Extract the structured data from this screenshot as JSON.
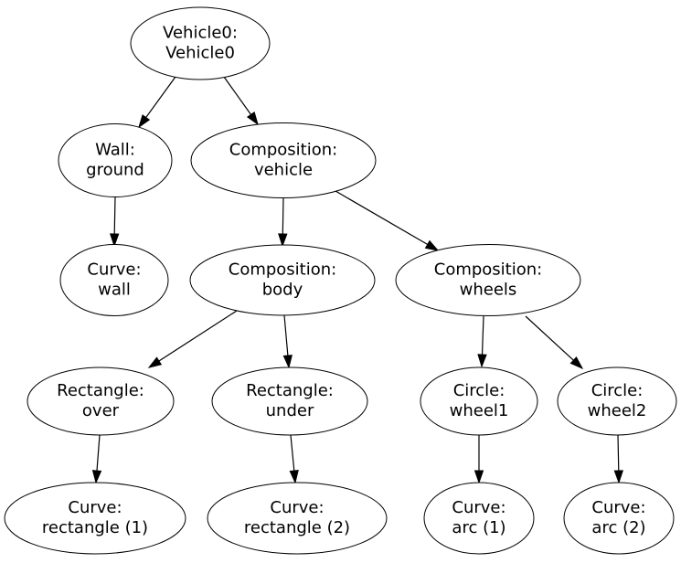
{
  "diagram": {
    "kind": "directed-graph",
    "orientation": "top-down",
    "colors": {
      "background": "#ffffff",
      "node_fill": "#ffffff",
      "node_stroke": "#000000",
      "text": "#000000",
      "edge": "#000000"
    },
    "nodes": [
      {
        "id": "vehicle0",
        "line1": "Vehicle0:",
        "line2": "Vehicle0"
      },
      {
        "id": "wall-ground",
        "line1": "Wall:",
        "line2": "ground"
      },
      {
        "id": "composition-vehicle",
        "line1": "Composition:",
        "line2": "vehicle"
      },
      {
        "id": "curve-wall",
        "line1": "Curve:",
        "line2": "wall"
      },
      {
        "id": "composition-body",
        "line1": "Composition:",
        "line2": "body"
      },
      {
        "id": "composition-wheels",
        "line1": "Composition:",
        "line2": "wheels"
      },
      {
        "id": "rectangle-over",
        "line1": "Rectangle:",
        "line2": "over"
      },
      {
        "id": "rectangle-under",
        "line1": "Rectangle:",
        "line2": "under"
      },
      {
        "id": "circle-wheel1",
        "line1": "Circle:",
        "line2": "wheel1"
      },
      {
        "id": "circle-wheel2",
        "line1": "Circle:",
        "line2": "wheel2"
      },
      {
        "id": "curve-rectangle-1",
        "line1": "Curve:",
        "line2": "rectangle (1)"
      },
      {
        "id": "curve-rectangle-2",
        "line1": "Curve:",
        "line2": "rectangle (2)"
      },
      {
        "id": "curve-arc-1",
        "line1": "Curve:",
        "line2": "arc (1)"
      },
      {
        "id": "curve-arc-2",
        "line1": "Curve:",
        "line2": "arc (2)"
      }
    ],
    "edges": [
      {
        "from": "vehicle0",
        "to": "wall-ground"
      },
      {
        "from": "vehicle0",
        "to": "composition-vehicle"
      },
      {
        "from": "wall-ground",
        "to": "curve-wall"
      },
      {
        "from": "composition-vehicle",
        "to": "composition-body"
      },
      {
        "from": "composition-vehicle",
        "to": "composition-wheels"
      },
      {
        "from": "composition-body",
        "to": "rectangle-over"
      },
      {
        "from": "composition-body",
        "to": "rectangle-under"
      },
      {
        "from": "composition-wheels",
        "to": "circle-wheel1"
      },
      {
        "from": "composition-wheels",
        "to": "circle-wheel2"
      },
      {
        "from": "rectangle-over",
        "to": "curve-rectangle-1"
      },
      {
        "from": "rectangle-under",
        "to": "curve-rectangle-2"
      },
      {
        "from": "circle-wheel1",
        "to": "curve-arc-1"
      },
      {
        "from": "circle-wheel2",
        "to": "curve-arc-2"
      }
    ]
  }
}
